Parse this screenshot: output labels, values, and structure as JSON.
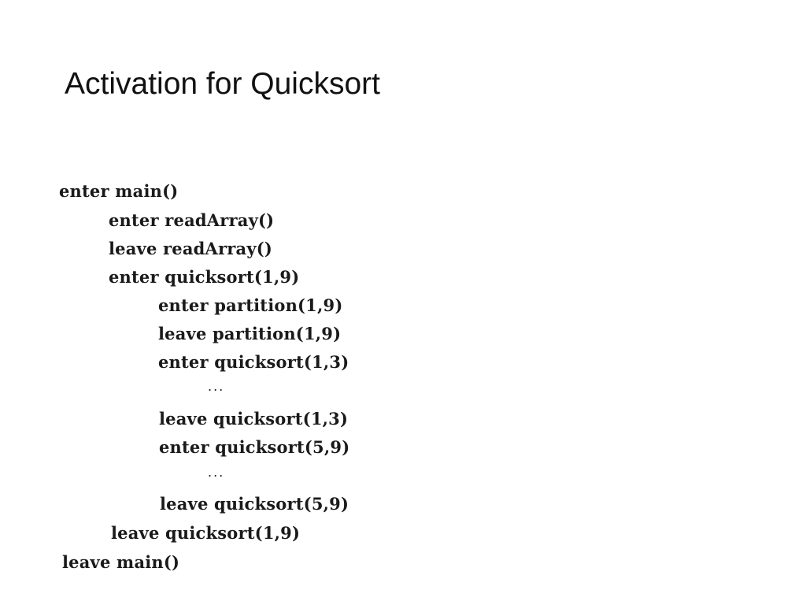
{
  "slide": {
    "title": "Activation for Quicksort",
    "code_lines": [
      "enter main()",
      "enter readArray()",
      "leave readArray()",
      "enter quicksort(1,9)",
      "enter partition(1,9)",
      "leave partition(1,9)",
      "enter quicksort(1,3)",
      "...",
      "leave quicksort(1,3)",
      "enter quicksort(5,9)",
      "...",
      "leave quicksort(5,9)",
      "leave quicksort(1,9)",
      "leave main()"
    ]
  }
}
